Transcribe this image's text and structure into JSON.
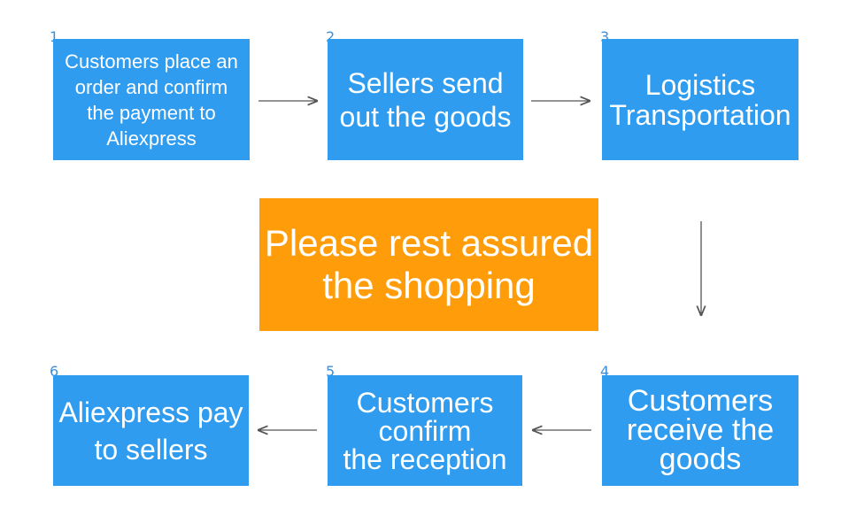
{
  "steps": [
    {
      "num": "1",
      "lines": [
        "Customers place an",
        "order and confirm",
        "the payment to",
        "Aliexpress"
      ]
    },
    {
      "num": "2",
      "lines": [
        "Sellers send",
        "out the goods"
      ]
    },
    {
      "num": "3",
      "lines": [
        "Logistics",
        "Transportation"
      ]
    },
    {
      "num": "4",
      "lines": [
        "Customers",
        "receive the",
        "goods"
      ]
    },
    {
      "num": "5",
      "lines": [
        "Customers",
        "confirm",
        "the reception"
      ]
    },
    {
      "num": "6",
      "lines": [
        "Aliexpress pay",
        "to sellers"
      ]
    }
  ],
  "center": {
    "lines": [
      "Please rest assured",
      "the shopping"
    ]
  },
  "colors": {
    "step_box": "#2f9cf0",
    "center_box": "#ff9c0a",
    "number": "#3d8fd9",
    "arrow": "#555555"
  }
}
